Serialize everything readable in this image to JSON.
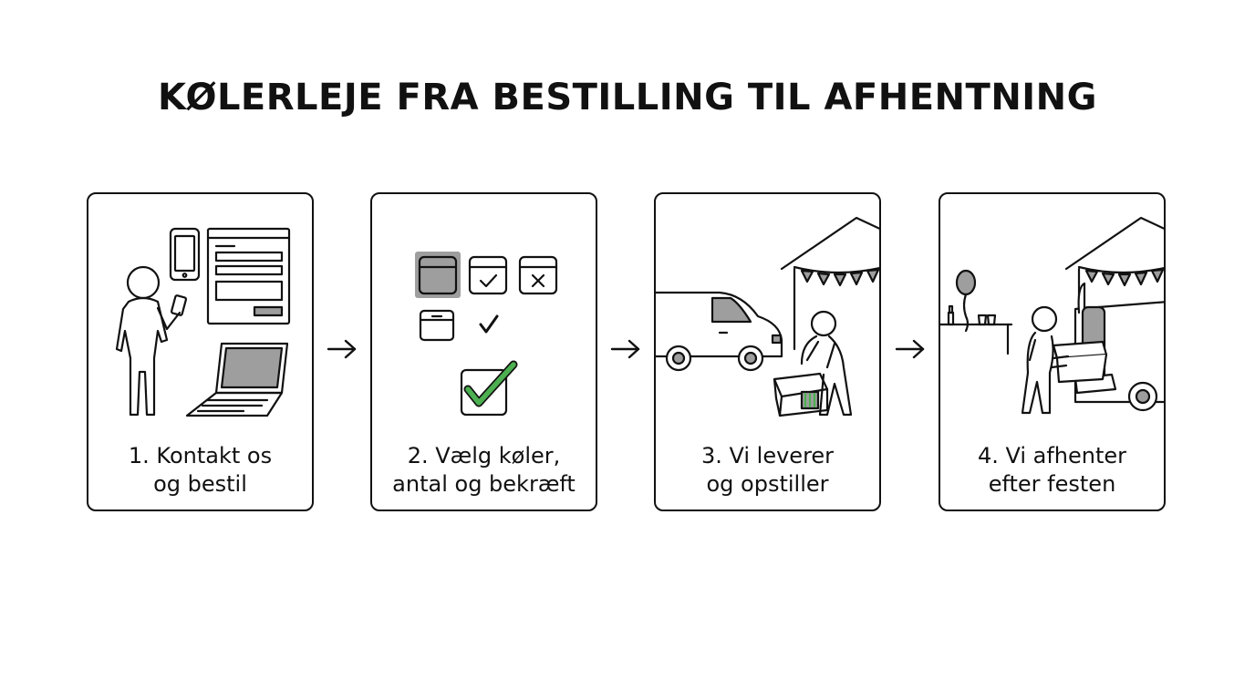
{
  "title": "KØLERLEJE FRA BESTILLING TIL AFHENTNING",
  "colors": {
    "stroke": "#111111",
    "accent_green": "#4caf50",
    "gray_fill": "#9e9e9e"
  },
  "steps": [
    {
      "line1": "1. Kontakt os",
      "line2": "og bestil"
    },
    {
      "line1": "2. Vælg køler,",
      "line2": "antal og bekræft"
    },
    {
      "line1": "3. Vi leverer",
      "line2": "og opstiller"
    },
    {
      "line1": "4. Vi afhenter",
      "line2": "efter festen"
    }
  ]
}
